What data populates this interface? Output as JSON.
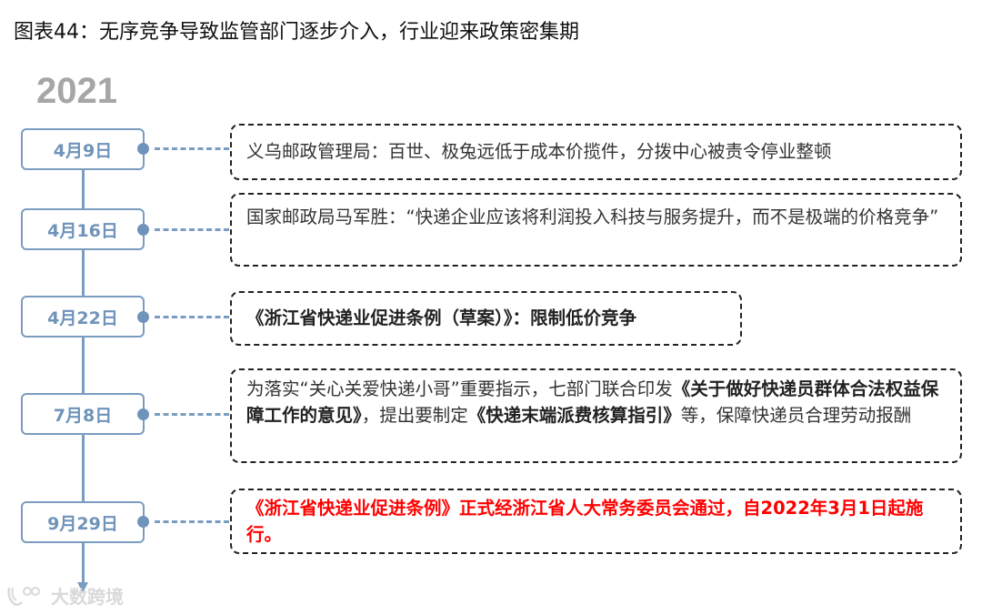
{
  "title": "图表44：无序竞争导致监管部门逐步介入，行业迎来政策密集期",
  "year": "2021",
  "colors": {
    "timeline": "#7a9cc0",
    "date_text": "#6f93ba",
    "year_text": "#a6a6a6",
    "highlight_red": "#ff0000",
    "box_border": "#222222"
  },
  "events": [
    {
      "date": "4月9日",
      "segments": [
        {
          "text": "义乌邮政管理局：百世、极兔远低于成本价揽件，分拨中心被责令停业整顿",
          "style": "normal"
        }
      ]
    },
    {
      "date": "4月16日",
      "segments": [
        {
          "text": "国家邮政局马军胜：“快递企业应该将利润投入科技与服务提升，而不是极端的价格竞争”",
          "style": "normal"
        }
      ]
    },
    {
      "date": "4月22日",
      "segments": [
        {
          "text": "《浙江省快递业促进条例（草案）》：限制低价竞争",
          "style": "bold"
        }
      ]
    },
    {
      "date": "7月8日",
      "segments": [
        {
          "text": "为落实“关心关爱快递小哥”重要指示，七部门联合印发",
          "style": "normal"
        },
        {
          "text": "《关于做好快递员群体合法权益保障工作的意见》",
          "style": "bold"
        },
        {
          "text": "，提出要制定",
          "style": "normal"
        },
        {
          "text": "《快递末端派费核算指引》",
          "style": "bold"
        },
        {
          "text": "等，保障快递员合理劳动报酬",
          "style": "normal"
        }
      ]
    },
    {
      "date": "9月29日",
      "segments": [
        {
          "text": "《浙江省快递业促进条例》正式经浙江省人大常务委员会通过，自2022年3月1日起施行。",
          "style": "red"
        }
      ]
    }
  ],
  "watermark": {
    "text": "大数跨境",
    "icon": "brand-logo-icon"
  }
}
